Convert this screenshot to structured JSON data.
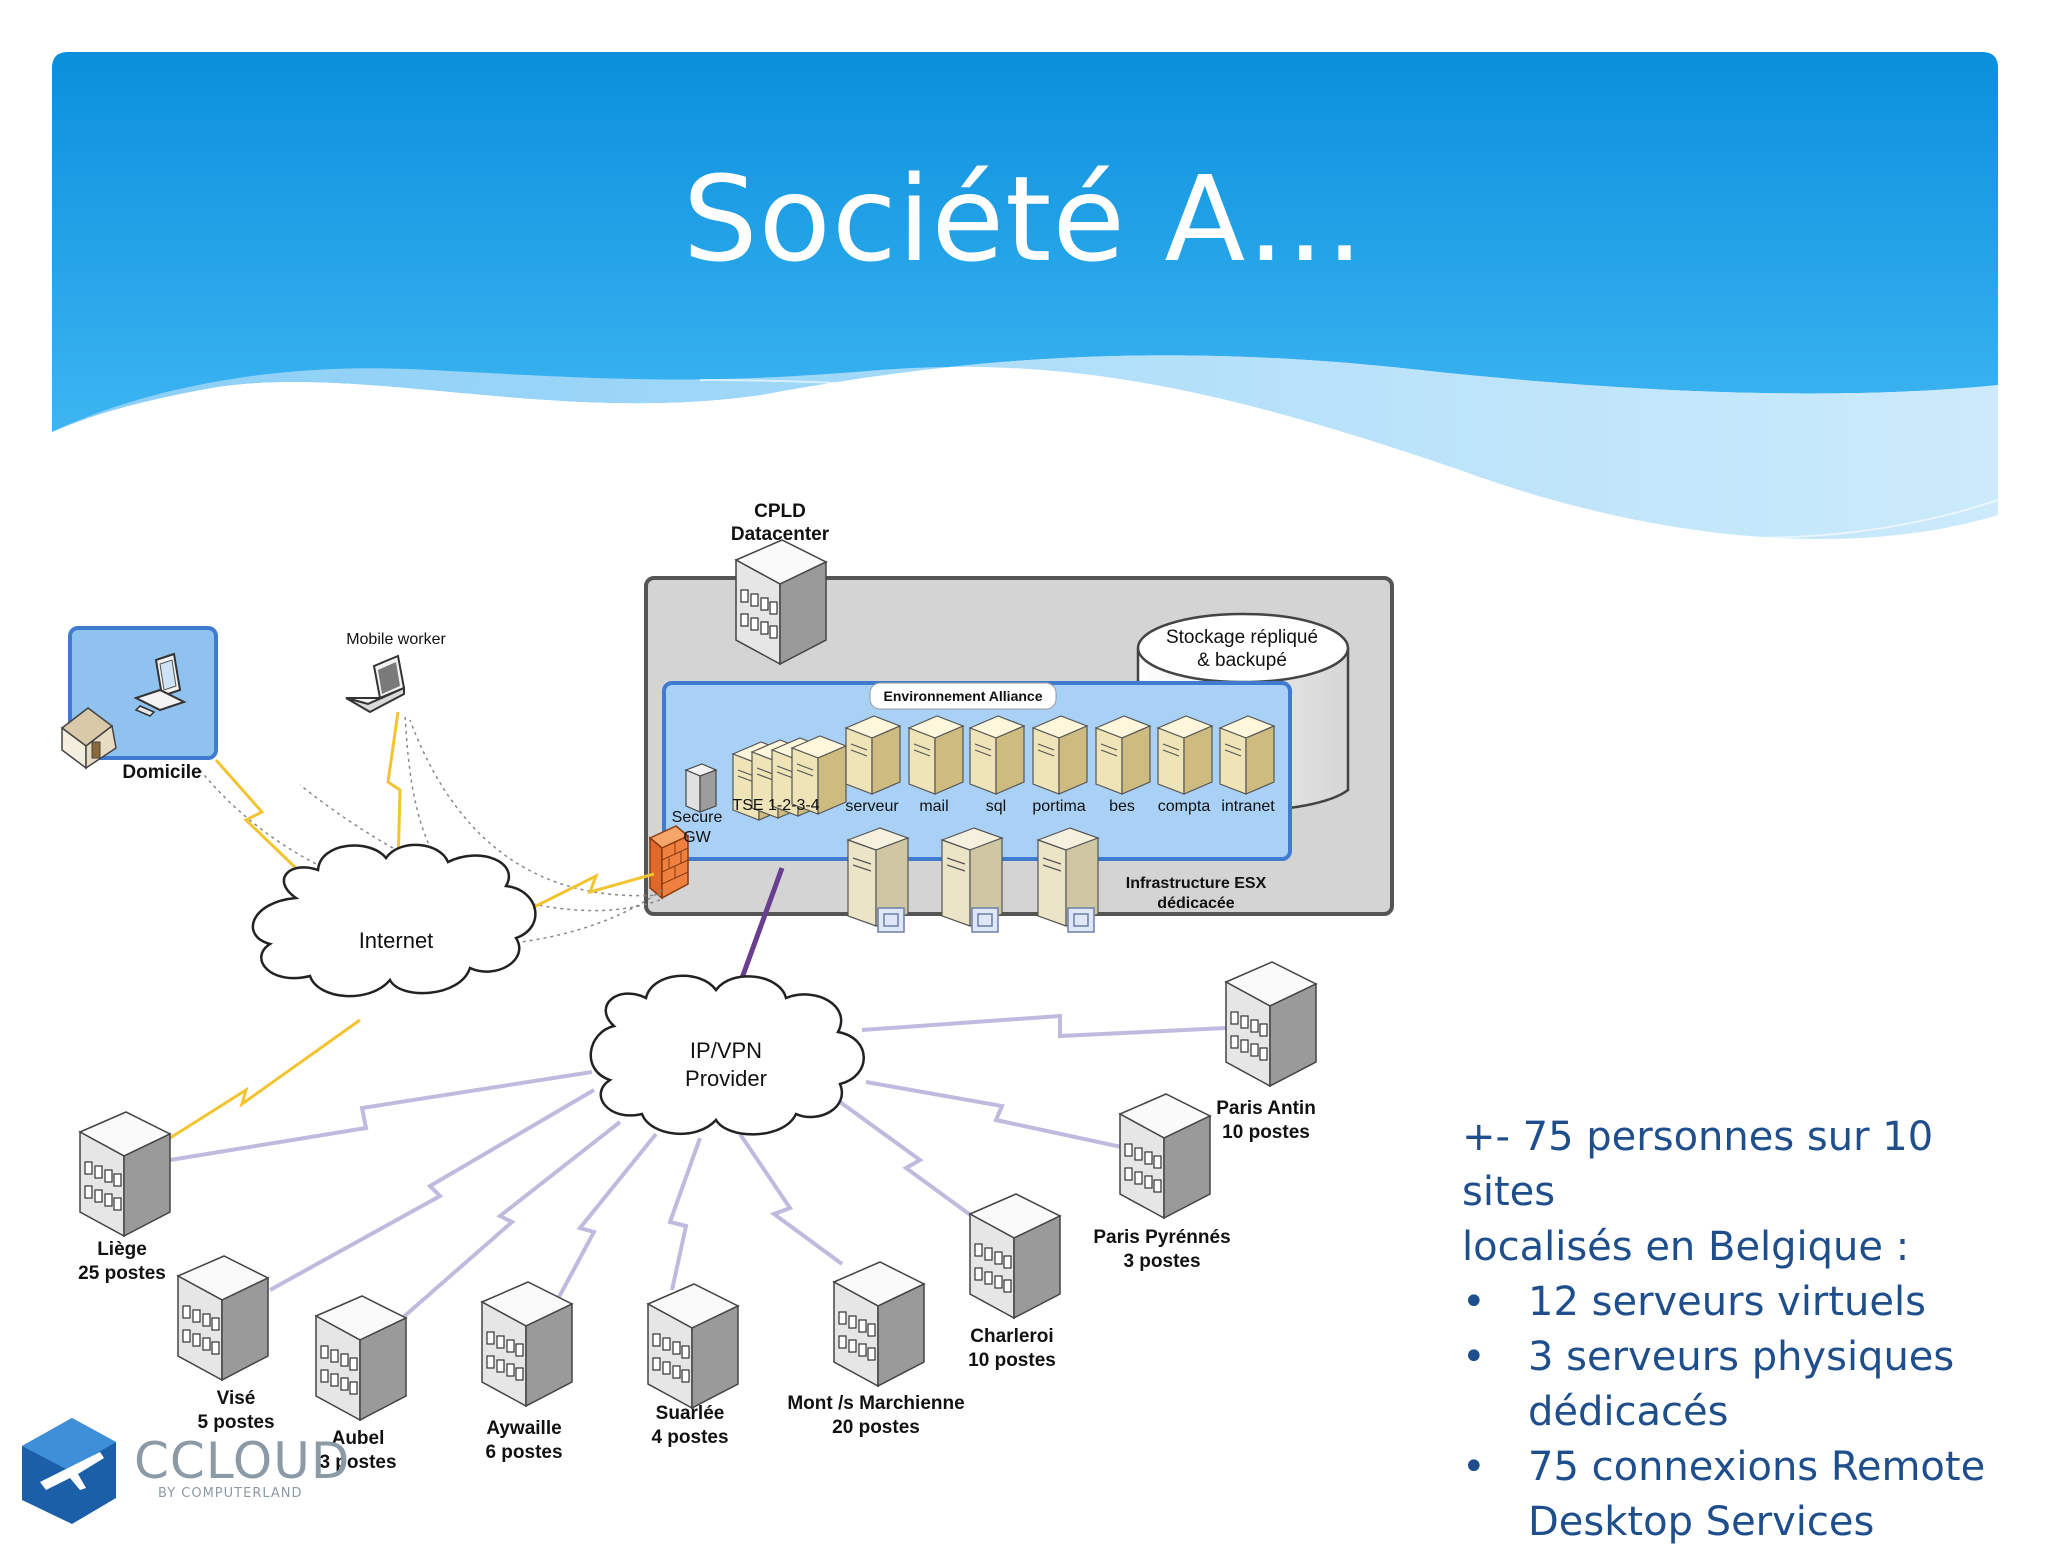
{
  "slide": {
    "title": "Société A…"
  },
  "diagram": {
    "datacenter": {
      "line1": "CPLD",
      "line2": "Datacenter"
    },
    "storage": {
      "line1": "Stockage répliqué",
      "line2": "& backupé"
    },
    "environment": {
      "label": "Environnement Alliance"
    },
    "servers": [
      "TSE 1-2-3-4",
      "serveur",
      "mail",
      "sql",
      "portima",
      "bes",
      "compta",
      "intranet"
    ],
    "secure_gw": {
      "line1": "Secure",
      "line2": "GW"
    },
    "esx": {
      "line1": "Infrastructure ESX",
      "line2": "dédicacée"
    },
    "domicile": "Domicile",
    "mobile_worker": "Mobile worker",
    "internet": "Internet",
    "ipvpn": {
      "line1": "IP/VPN",
      "line2": "Provider"
    },
    "sites": [
      {
        "name": "Liège",
        "postes": "25 postes"
      },
      {
        "name": "Visé",
        "postes": "5 postes"
      },
      {
        "name": "Aubel",
        "postes": "3 postes"
      },
      {
        "name": "Aywaille",
        "postes": "6 postes"
      },
      {
        "name": "Suarlée",
        "postes": "4 postes"
      },
      {
        "name": "Mont /s Marchienne",
        "postes": "20 postes"
      },
      {
        "name": "Charleroi",
        "postes": "10 postes"
      },
      {
        "name": "Paris Pyrénnés",
        "postes": "3 postes"
      },
      {
        "name": "Paris Antin",
        "postes": "10 postes"
      }
    ]
  },
  "info": {
    "intro_line1": "+- 75 personnes sur 10 sites",
    "intro_line2": "localisés en Belgique :",
    "bullets": [
      {
        "line1": "12 serveurs virtuels",
        "line2": ""
      },
      {
        "line1": "3 serveurs physiques",
        "line2": "dédicacés"
      },
      {
        "line1": "75 connexions Remote",
        "line2": "Desktop Services"
      }
    ]
  },
  "logo": {
    "name": "CCLOUD",
    "sub": "BY COMPUTERLAND"
  },
  "colors": {
    "header_blue": "#1d9be3",
    "text_blue": "#1f4e8c",
    "env_blue": "#a9d0f5",
    "link_purple": "#b8b0d8",
    "lightning_yellow": "#f4c430"
  }
}
